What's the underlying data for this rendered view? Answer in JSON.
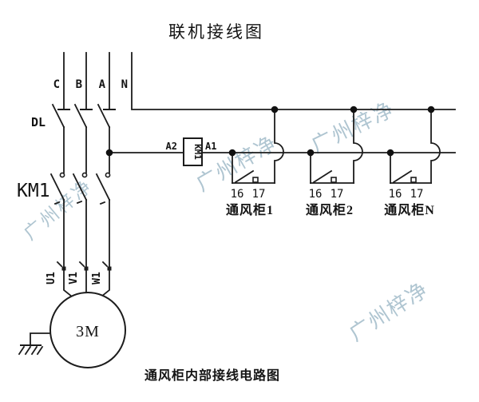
{
  "title": "联机接线图",
  "caption": "通风柜内部接线电路图",
  "watermark": {
    "text": "广州梓净",
    "color": "#a2bcc9"
  },
  "phases": [
    "C",
    "B",
    "A",
    "N"
  ],
  "breaker": {
    "label": "DL"
  },
  "contactor": {
    "label": "KM1"
  },
  "coil": {
    "left_terminal": "A2",
    "name": "KM1",
    "right_terminal": "A1"
  },
  "motor": {
    "label": "3M",
    "terminals": [
      "U1",
      "V1",
      "W1"
    ]
  },
  "branches": [
    {
      "t16": "16",
      "t17": "17",
      "name": "通风柜1"
    },
    {
      "t16": "16",
      "t17": "17",
      "name": "通风柜2"
    },
    {
      "t16": "16",
      "t17": "17",
      "name": "通风柜N"
    }
  ],
  "colors": {
    "line": "#1c1c1c",
    "text": "#141414",
    "watermark": "#a2bcc9"
  }
}
